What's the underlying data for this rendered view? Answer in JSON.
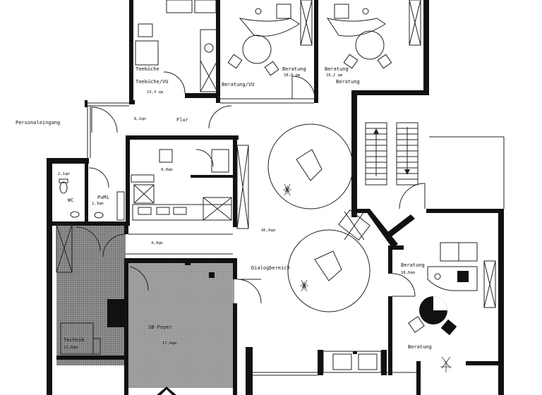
{
  "rooms": {
    "teekueche": {
      "name": "Teeküche",
      "name2": "Teeküche/VU",
      "area": "13,3 qm"
    },
    "beratung_vu": {
      "name": "Beratung",
      "name2": "Beratung/VU",
      "area": "18,0 qm"
    },
    "beratung_top_right": {
      "name": "Beratung",
      "name2": "Beratung",
      "area": "18,2 qm"
    },
    "flur": {
      "name": "Flur",
      "area": "8,2qm"
    },
    "personaleingang": {
      "name": "Personaleingang"
    },
    "wc": {
      "name": "WC",
      "area": "2,1qm"
    },
    "pumi": {
      "name": "PuMi",
      "area": "1,3qm"
    },
    "kitchen_mid": {
      "area": "8,0qm"
    },
    "corridor": {
      "area": "4,9qm"
    },
    "dialogbereich": {
      "name": "Dialogbereich",
      "area": "45,9qm"
    },
    "sb_foyer": {
      "name": "SB-Foyer",
      "area": "17,4qm"
    },
    "technik": {
      "name": "Technik",
      "area": "11,0qm"
    },
    "beratung_right_a": {
      "name": "Beratung",
      "area": "18,0qm"
    },
    "beratung_right_b": {
      "name": "Beratung"
    }
  },
  "colors": {
    "wall": "#111111",
    "line": "#222222",
    "hatched_zone": "#8f8f8f",
    "sb_foyer_fill": "#9a9a9a",
    "background": "#ffffff"
  }
}
